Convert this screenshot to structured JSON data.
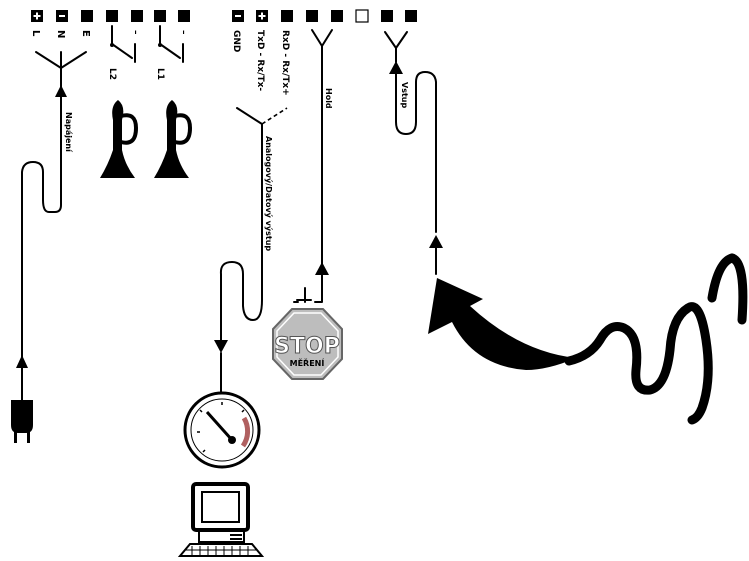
{
  "terminals": {
    "labels": [
      "L",
      "N",
      "E",
      "",
      "",
      "",
      "",
      "GND",
      "TxD - Rx/Tx-",
      "RxD - Rx/Tx+",
      "",
      "",
      "",
      "",
      "",
      ""
    ]
  },
  "labels": {
    "l2": "L2",
    "l1": "L1",
    "relay_l2_contact": "–",
    "relay_l1_contact": "–",
    "napajeni": "Napájení",
    "analog_output": "Analogový/Datový výstup",
    "hold": "Hold",
    "vstup": "Vstup"
  },
  "stop_sign": {
    "word": "STOP",
    "sub": "MĚŘENÍ"
  },
  "icons": [
    "plug-icon",
    "horn-icon",
    "gauge-icon",
    "computer-icon",
    "stop-sign-icon",
    "wave-signal-icon",
    "curved-arrow-icon"
  ],
  "colors": {
    "ink": "#000000",
    "stop_fill": "#bdbdbd",
    "stop_border": "#666666"
  }
}
